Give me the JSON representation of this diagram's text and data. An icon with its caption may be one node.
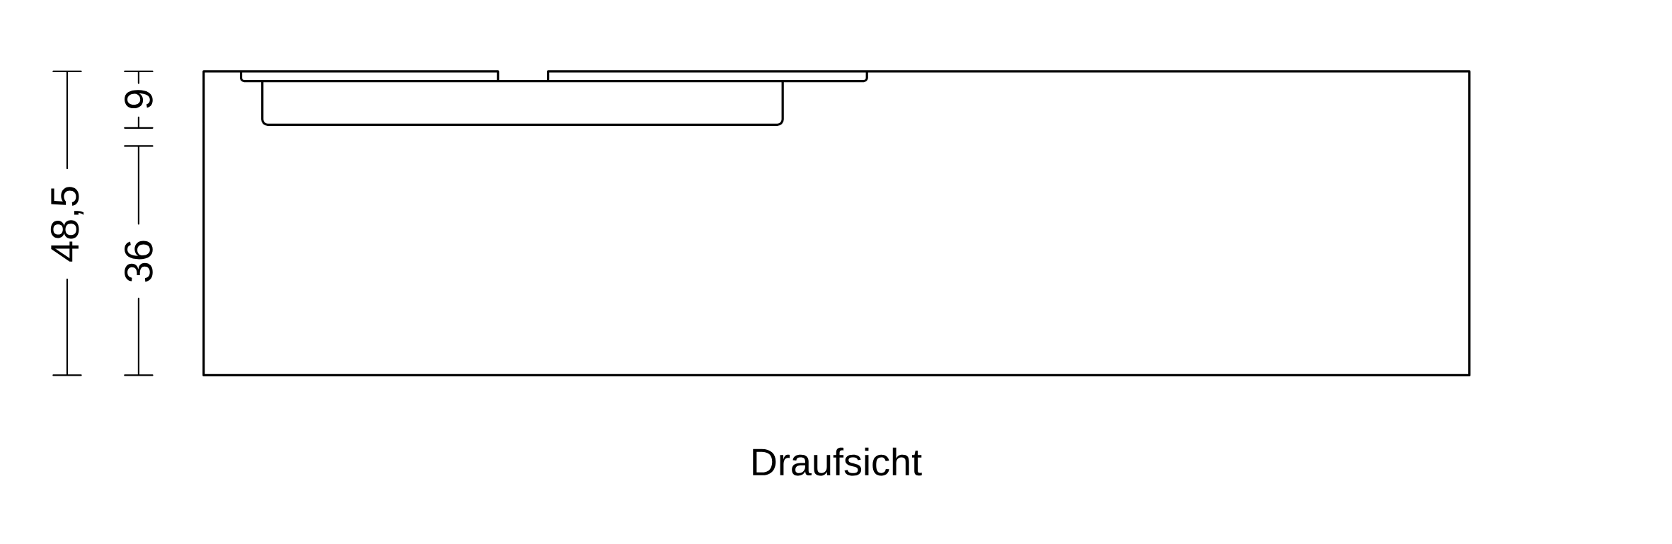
{
  "diagram": {
    "caption": "Draufsicht",
    "labels": [
      "48,5",
      "9",
      "36"
    ]
  }
}
